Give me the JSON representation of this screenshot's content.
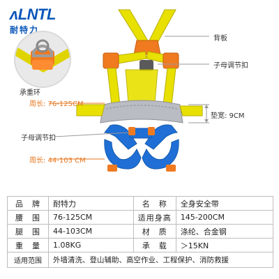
{
  "brand": {
    "logo_mark": "ʌLNTL",
    "logo_text": "耐特力"
  },
  "callouts": {
    "back_plate": "背板",
    "buckle_upper": "子母调节扣",
    "load_ring": "承重环",
    "waist_circ": "周长: 76-125CM",
    "pad_width": "垫宽: 9CM",
    "buckle_lower": "子母调节扣",
    "leg_circ": "周长: 44-103 CM"
  },
  "colors": {
    "strap_yellow": "#e8e000",
    "leg_blue": "#1f6fd6",
    "buckle_orange": "#f07a20",
    "pad_grey": "#b9bcc2",
    "accent_orange_text": "#e8771f"
  },
  "specs": {
    "rows": [
      [
        "品　牌",
        "耐特力",
        "名　称",
        "全身安全带"
      ],
      [
        "腰　围",
        "76-125CM",
        "适用身高",
        "145-200CM"
      ],
      [
        "腿　围",
        "44-103CM",
        "材　质",
        "涤纶、合金钢"
      ],
      [
        "重　量",
        "1.08KG",
        "承　载",
        "＞15KN"
      ]
    ],
    "usage_label": "适用范围",
    "usage_value": "外墙清洗、登山辅助、高空作业、工程保护、消防救援"
  }
}
